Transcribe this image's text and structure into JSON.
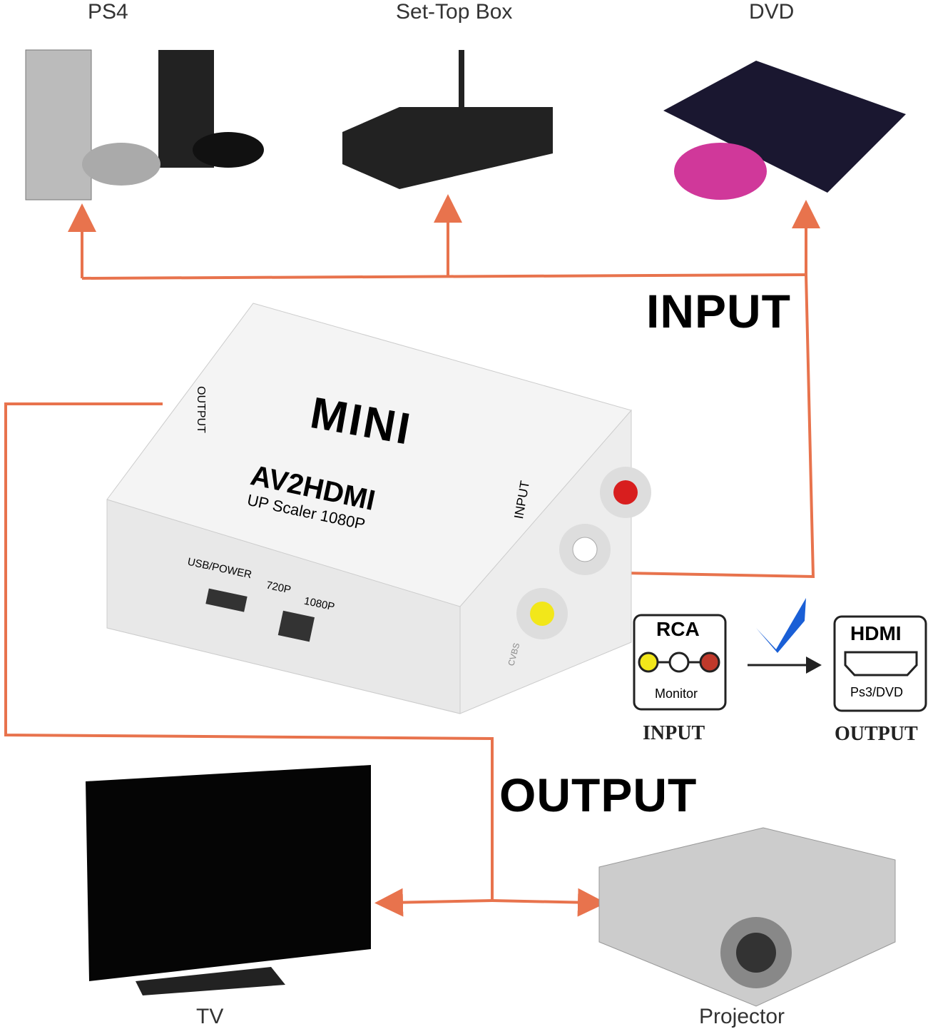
{
  "sources": {
    "ps4": "PS4",
    "settop": "Set-Top Box",
    "dvd": "DVD"
  },
  "input_heading": "INPUT",
  "output_heading": "OUTPUT",
  "device": {
    "brand": "MINI",
    "model": "AV2HDMI",
    "subtitle": "UP Scaler 1080P",
    "output_port": "OUTPUT",
    "input_port": "INPUT",
    "usb_label": "USB/POWER",
    "switch_720": "720P",
    "switch_1080": "1080P",
    "cvbs": "CVBS"
  },
  "conversion": {
    "rca_title": "RCA",
    "rca_sub": "Monitor",
    "rca_caption": "INPUT",
    "hdmi_title": "HDMI",
    "hdmi_sub": "Ps3/DVD",
    "hdmi_caption": "OUTPUT"
  },
  "destinations": {
    "tv": "TV",
    "projector": "Projector"
  },
  "colors": {
    "line": "#e8734d",
    "check": "#1a5fd6"
  }
}
